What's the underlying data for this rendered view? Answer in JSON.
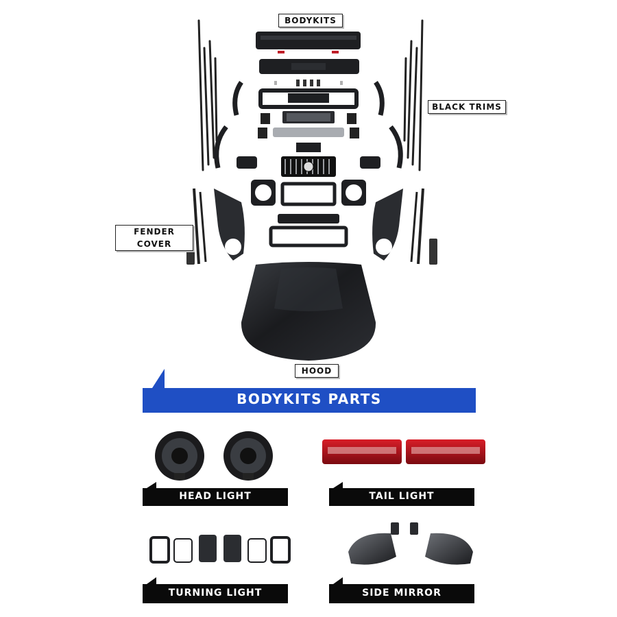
{
  "diagram": {
    "bodykits_label": "BODYKITS",
    "black_trims_label": "BLACK TRIMS",
    "fender_cover_label": "FENDER COVER",
    "hood_label": "HOOD"
  },
  "banner": {
    "title": "BODYKITS PARTS",
    "color": "#1f4fc4"
  },
  "parts": [
    {
      "label": "HEAD LIGHT",
      "icon": "headlight-icon"
    },
    {
      "label": "TAIL LIGHT",
      "icon": "taillight-icon"
    },
    {
      "label": "TURNING LIGHT",
      "icon": "turning-light-icon"
    },
    {
      "label": "SIDE MIRROR",
      "icon": "side-mirror-icon"
    }
  ],
  "colors": {
    "part_dark": "#1b1b1b",
    "taillight_red": "#b3121b",
    "bar_black": "#0a0a0a"
  }
}
